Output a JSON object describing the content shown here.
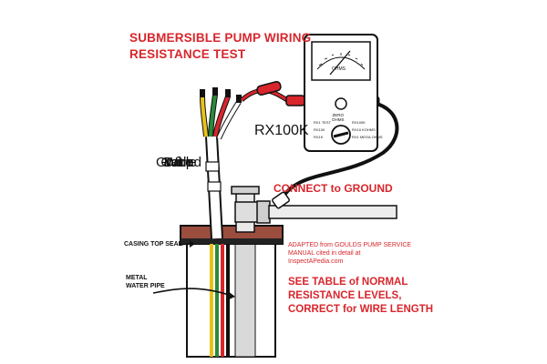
{
  "title": {
    "line1": "SUBMERSIBLE PUMP WIRING",
    "line2": "RESISTANCE TEST"
  },
  "meter": {
    "model": "RX100K",
    "scale_label": "OHMS",
    "zero_label": "ZERO\nOHMS",
    "left_ranges": [
      "RX1 TEST",
      "RX100",
      "RX1K"
    ],
    "right_ranges": [
      "RX100K",
      "RX10 KOHMS",
      "RX1 MEGA OHMS"
    ]
  },
  "labels": {
    "drop_cable": [
      "Drop",
      "Cable",
      "with",
      "Ground",
      "Wire"
    ],
    "connect_ground": "CONNECT to GROUND",
    "casing_seal": "CASING TOP SEAL",
    "metal_pipe": [
      "METAL",
      "WATER PIPE"
    ],
    "adapted": [
      "ADAPTED from GOULDS PUMP SERVICE",
      "MANUAL cited in detail at",
      "InspectAPedia.com"
    ],
    "see_table": [
      "SEE TABLE of NORMAL",
      "RESISTANCE LEVELS,",
      "CORRECT for WIRE LENGTH"
    ]
  },
  "colors": {
    "accent_red": "#d8262c",
    "wire_yellow": "#e8c21a",
    "wire_green": "#2a8a3a",
    "wire_red": "#d8262c",
    "casing_brown": "#9b4d3e"
  }
}
